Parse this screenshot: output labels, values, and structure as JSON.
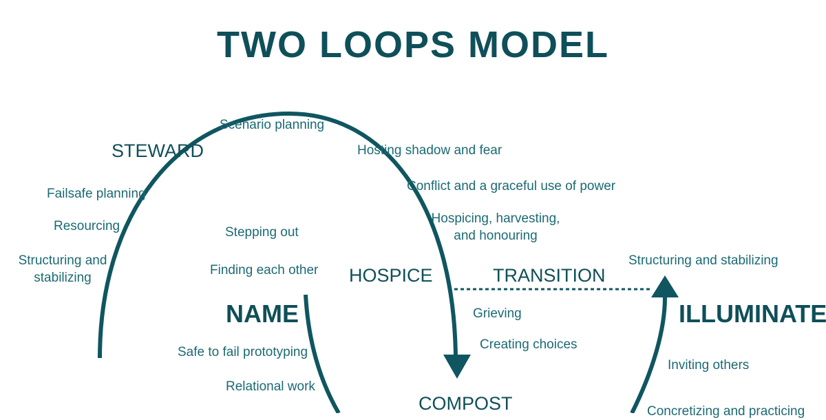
{
  "title": "TWO LOOPS MODEL",
  "stages": {
    "steward": "STEWARD",
    "hospice": "HOSPICE",
    "transition": "TRANSITION",
    "name": "NAME",
    "illuminate": "ILLUMINATE",
    "compost": "COMPOST"
  },
  "practices": {
    "scenario_planning": "Scenario planning",
    "hosting_shadow": "Hosting shadow and fear",
    "conflict_power": "Conflict and a graceful use of power",
    "hospicing_1": "Hospicing, harvesting,",
    "hospicing_2": "and honouring",
    "failsafe_planning": "Failsafe planning",
    "resourcing": "Resourcing",
    "structuring_1": "Structuring and",
    "structuring_2": "stabilizing",
    "stepping_out": "Stepping out",
    "finding_each_other": "Finding each other",
    "structuring_stabilizing": "Structuring and stabilizing",
    "grieving": "Grieving",
    "creating_choices": "Creating choices",
    "safe_to_fail": "Safe to fail prototyping",
    "relational_work": "Relational work",
    "inviting_others": "Inviting others",
    "concretizing": "Concretizing and practicing"
  },
  "colors": {
    "loop_stroke": "#0f5660",
    "text": "#1b6a74",
    "title": "#0f4f59"
  }
}
